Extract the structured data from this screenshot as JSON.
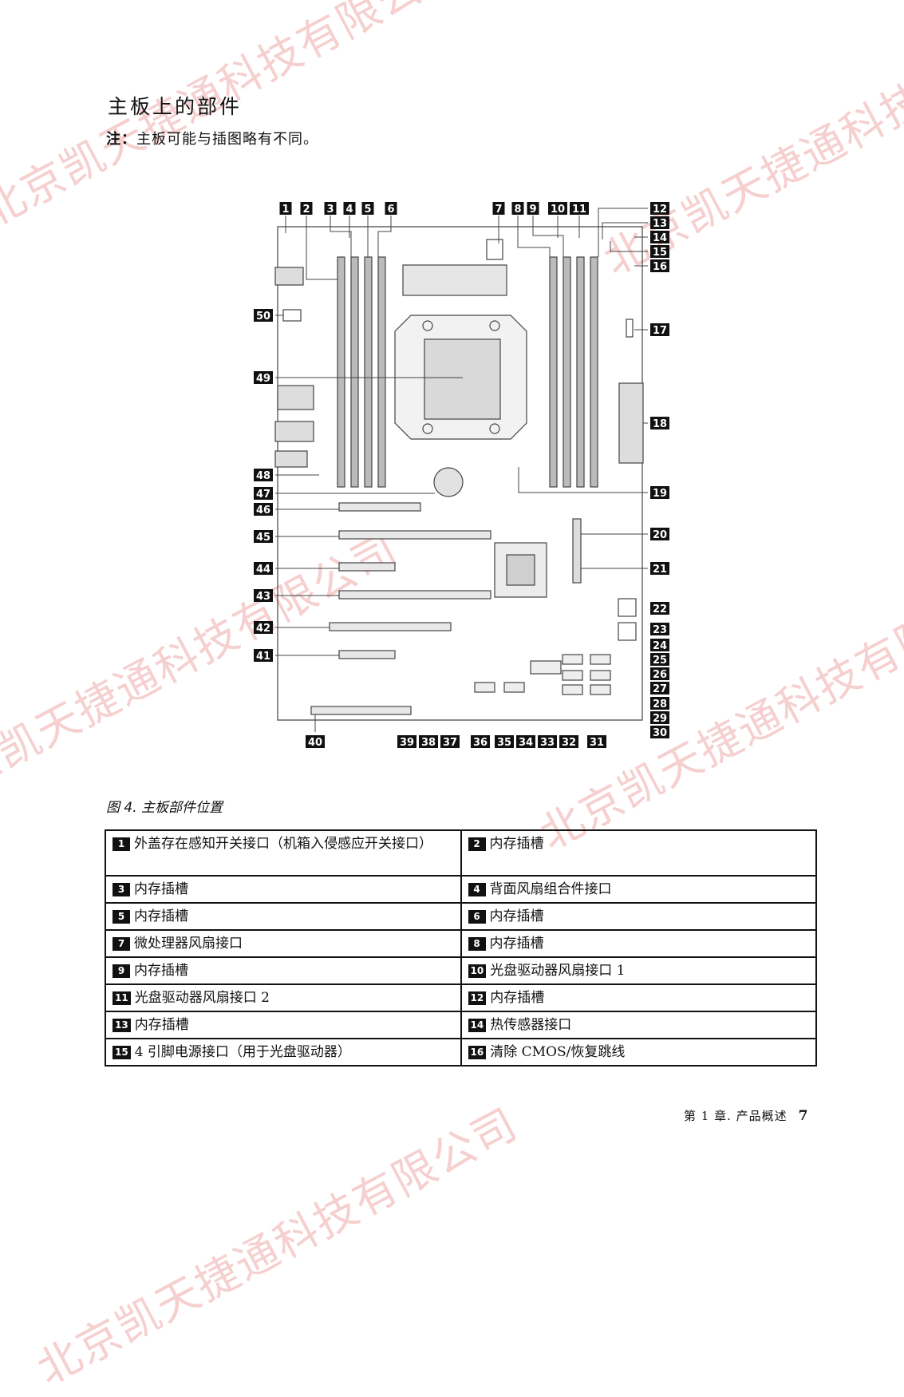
{
  "watermark": "北京凯天捷通科技有限公司",
  "page_title": "主板上的部件",
  "note": {
    "label": "注：",
    "text": "主板可能与插图略有不同。"
  },
  "callouts": [
    "1",
    "2",
    "3",
    "4",
    "5",
    "6",
    "7",
    "8",
    "9",
    "10",
    "11",
    "12",
    "13",
    "14",
    "15",
    "16",
    "17",
    "18",
    "19",
    "20",
    "21",
    "22",
    "23",
    "24",
    "25",
    "26",
    "27",
    "28",
    "29",
    "30",
    "31",
    "32",
    "33",
    "34",
    "35",
    "36",
    "37",
    "38",
    "39",
    "40",
    "41",
    "42",
    "43",
    "44",
    "45",
    "46",
    "47",
    "48",
    "49",
    "50"
  ],
  "caption": "图 4.  主板部件位置",
  "table": [
    {
      "left": {
        "num": "1",
        "text": "外盖存在感知开关接口（机箱入侵感应开关接口）"
      },
      "right": {
        "num": "2",
        "text": "内存插槽"
      }
    },
    {
      "left": {
        "num": "3",
        "text": "内存插槽"
      },
      "right": {
        "num": "4",
        "text": "背面风扇组合件接口"
      }
    },
    {
      "left": {
        "num": "5",
        "text": "内存插槽"
      },
      "right": {
        "num": "6",
        "text": "内存插槽"
      }
    },
    {
      "left": {
        "num": "7",
        "text": "微处理器风扇接口"
      },
      "right": {
        "num": "8",
        "text": "内存插槽"
      }
    },
    {
      "left": {
        "num": "9",
        "text": "内存插槽"
      },
      "right": {
        "num": "10",
        "text": "光盘驱动器风扇接口 1"
      }
    },
    {
      "left": {
        "num": "11",
        "text": "光盘驱动器风扇接口 2"
      },
      "right": {
        "num": "12",
        "text": "内存插槽"
      }
    },
    {
      "left": {
        "num": "13",
        "text": "内存插槽"
      },
      "right": {
        "num": "14",
        "text": "热传感器接口"
      }
    },
    {
      "left": {
        "num": "15",
        "text": "4 引脚电源接口（用于光盘驱动器）"
      },
      "right": {
        "num": "16",
        "text": "清除 CMOS/恢复跳线"
      }
    }
  ],
  "footer": {
    "chapter": "第 1 章. 产品概述",
    "page": "7"
  }
}
